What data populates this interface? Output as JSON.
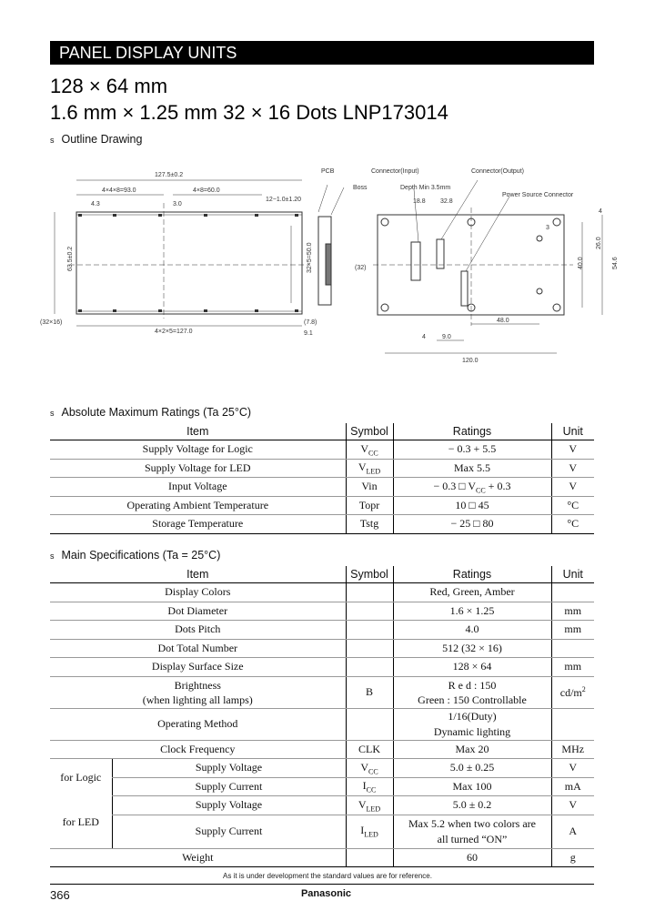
{
  "header": {
    "banner": "PANEL DISPLAY UNITS",
    "line1": "128 × 64 mm",
    "line2": "1.6 mm × 1.25 mm 32 × 16 Dots    LNP173014"
  },
  "bullet": "s",
  "outline": {
    "heading": "Outline Drawing",
    "labels": {
      "pcb": "PCB",
      "boss": "Boss",
      "connector_input": "Connector(Input)",
      "connector_output": "Connector(Output)",
      "power_source_connector": "Power Source Connector",
      "depth": "Depth Min 3.5mm",
      "dim_top": "127.5±0.2",
      "dim_left_pitch": "4×4×8=93.0",
      "dim_right_pitch": "4×8=60.0",
      "dim_holes": "12−1.0±1.20",
      "dim_small1": "4.3",
      "dim_small2": "3.0",
      "dim_height": "63.5±0.2",
      "dim_inner": "32×5=50.0",
      "dim_bottom": "4×2×5=127.0",
      "dots": "(32×16)",
      "dim_7_8": "(7.8)",
      "dim_9_1": "9.1",
      "dim_45": "4.3",
      "dim_18": "18.8",
      "dim_32": "32.8",
      "dim_120": "120.0",
      "dim_48": "48.0",
      "dim_9": "9.0",
      "dim_40": "40.0",
      "dim_26": "26.0",
      "dim_54": "54.6",
      "dim_side": "(32)",
      "dim_3": "3",
      "dim_4": "4",
      "dim_4_1": "4"
    }
  },
  "abs_max": {
    "heading": "Absolute  Maximum  Ratings (Ta    25°C)",
    "columns": [
      "Item",
      "Symbol",
      "Ratings",
      "Unit"
    ],
    "rows": [
      {
        "item": "Supply Voltage for Logic",
        "symbol": "V",
        "sub": "CC",
        "rating": "− 0.3    + 5.5",
        "unit": "V"
      },
      {
        "item": "Supply Voltage for LED",
        "symbol": "V",
        "sub": "LED",
        "rating": "Max 5.5",
        "unit": "V"
      },
      {
        "item": "Input Voltage",
        "symbol": "Vin",
        "sub": "",
        "rating": "− 0.3 □ V",
        "rating_sub": "CC",
        "rating_tail": " + 0.3",
        "unit": "V"
      },
      {
        "item": "Operating Ambient Temperature",
        "symbol": "Topr",
        "sub": "",
        "rating": "10 □ 45",
        "unit": "°C"
      },
      {
        "item": "Storage Temperature",
        "symbol": "Tstg",
        "sub": "",
        "rating": "− 25 □ 80",
        "unit": "°C"
      }
    ]
  },
  "main_spec": {
    "heading": "Main  Specifications (Ta = 25°C)",
    "columns": [
      "Item",
      "Symbol",
      "Ratings",
      "Unit"
    ],
    "rows": [
      {
        "item": "Display Colors",
        "symbol": "",
        "rating": "Red,  Green,  Amber",
        "unit": ""
      },
      {
        "item": "Dot Diameter",
        "symbol": "",
        "rating": "1.6 × 1.25",
        "unit": "mm"
      },
      {
        "item": "Dots Pitch",
        "symbol": "",
        "rating": "4.0",
        "unit": "mm"
      },
      {
        "item": "Dot Total Number",
        "symbol": "",
        "rating": "512 (32 × 16)",
        "unit": ""
      },
      {
        "item": "Display Surface Size",
        "symbol": "",
        "rating": "128 × 64",
        "unit": "mm"
      }
    ],
    "brightness": {
      "item1": "Brightness",
      "item2": "(when lighting all lamps)",
      "symbol": "B",
      "rating1": "R  e  d : 150",
      "rating2": "Green : 150    Controllable",
      "unit": "cd/m",
      "unit_sup": "2"
    },
    "operating": {
      "item": "Operating Method",
      "rating1": "1/16(Duty)",
      "rating2": "Dynamic lighting"
    },
    "clock": {
      "item": "Clock Frequency",
      "symbol": "CLK",
      "rating": "Max 20",
      "unit": "MHz"
    },
    "logic": {
      "group": "for Logic",
      "rows": [
        {
          "item": "Supply Voltage",
          "symbol": "V",
          "sub": "CC",
          "rating": "5.0 ± 0.25",
          "unit": "V"
        },
        {
          "item": "Supply Current",
          "symbol": "I",
          "sub": "CC",
          "rating": "Max 100",
          "unit": "mA"
        }
      ]
    },
    "led": {
      "group": "for LED",
      "rows": [
        {
          "item": "Supply Voltage",
          "symbol": "V",
          "sub": "LED",
          "rating": "5.0 ± 0.2",
          "unit": "V"
        },
        {
          "item": "Supply Current",
          "symbol": "I",
          "sub": "LED",
          "rating1": "Max 5.2 when two colors are",
          "rating2": "all turned “ON”",
          "unit": "A"
        }
      ]
    },
    "weight": {
      "item": "Weight",
      "symbol": "",
      "rating": "60",
      "unit": "g"
    }
  },
  "footer": {
    "note": "As it is under development the standard values are for reference.",
    "page": "366",
    "brand": "Panasonic"
  }
}
